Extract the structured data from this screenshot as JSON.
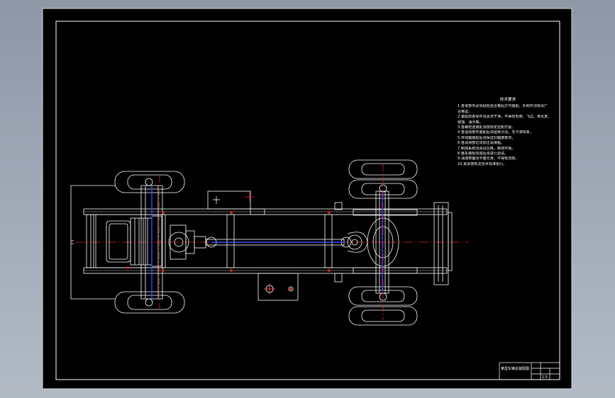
{
  "drawing": {
    "background": "#000000",
    "line_color": "#ffffff",
    "axis_color": "#e0202a",
    "shaft_color": "#3a4bff",
    "viewport_bg": "#97a1ae"
  },
  "notes": {
    "title": "技术要求",
    "lines": [
      "1.各零部件必须经检验合格后方可装配，外购件须有出厂",
      "  合格证。",
      "2.装配前各零件须清洗干净，不得有毛刺、飞边、氧化皮、",
      "  锈蚀、油污等。",
      "3.各螺栓连接处须按规定扭矩拧紧。",
      "4.各运动部件装配后须运转灵活，无卡滞现象。",
      "5.传动轴装配后须保证同轴度要求。",
      "6.各润滑部位须加注润滑脂。",
      "7.制动系统须调试合格，制动可靠。",
      "8.整车装配完成后须进行调试。",
      "9.油漆表面须平整光滑，不得有流挂。",
      "10.其余按有关技术标准执行。"
    ]
  },
  "title_block": {
    "drawing_name": "某型车辆总装配图",
    "scale": "1:5"
  }
}
